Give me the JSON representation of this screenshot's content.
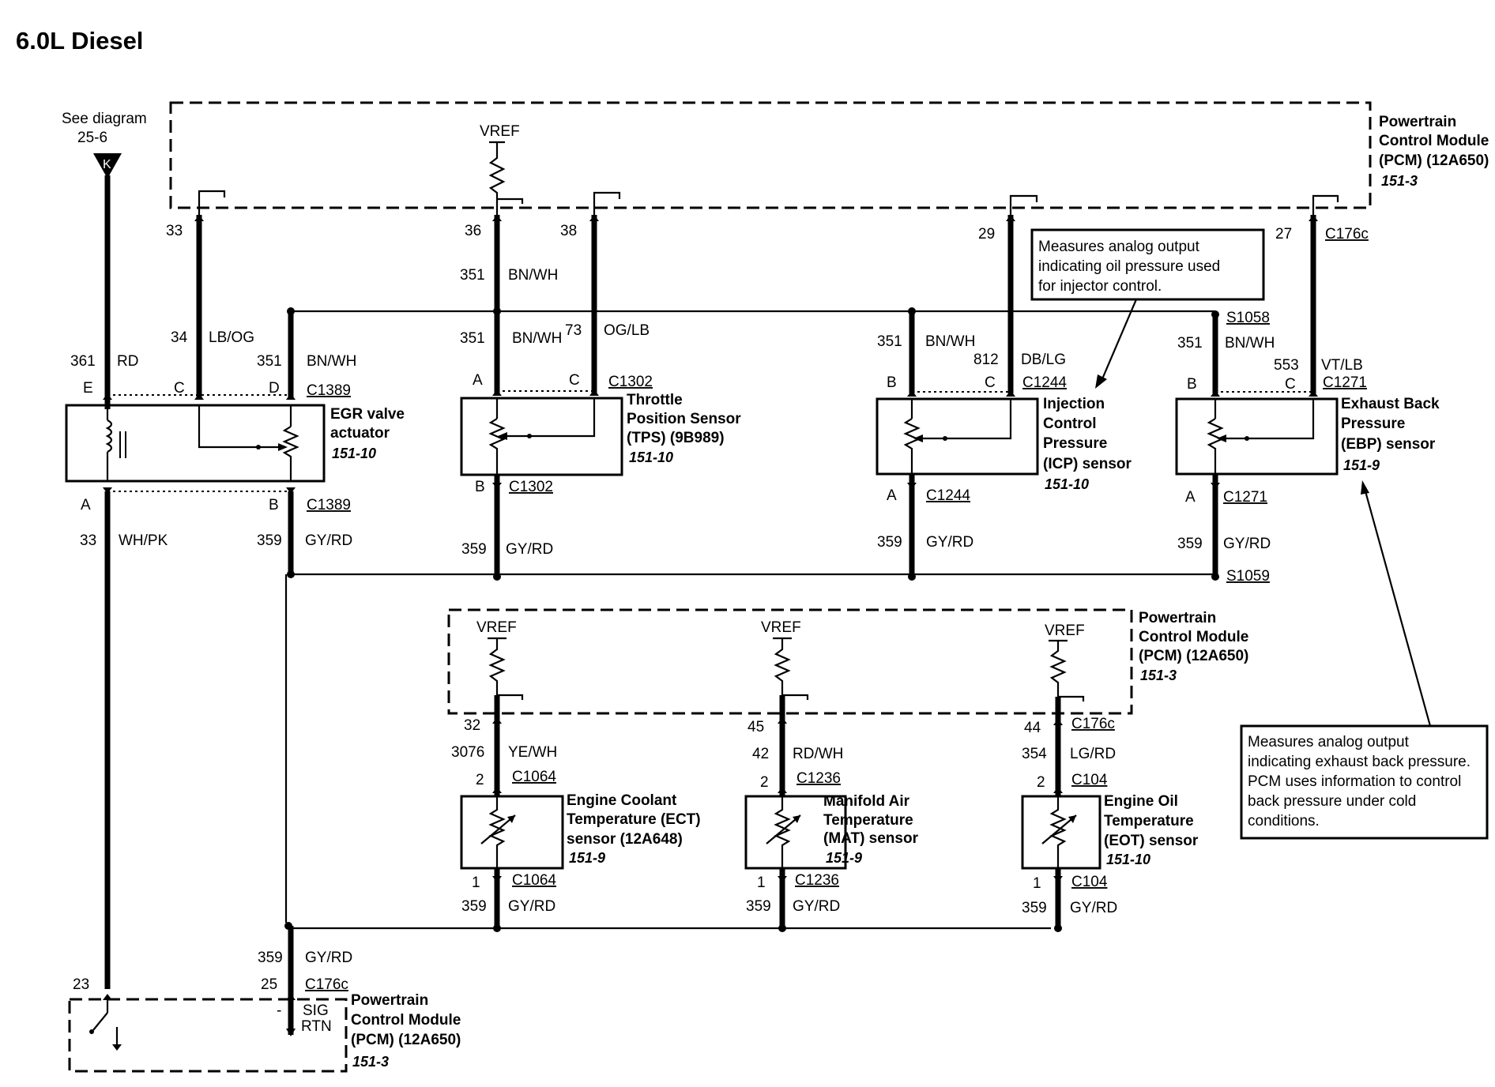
{
  "title": "6.0L Diesel",
  "see_diagram": {
    "line1": "See diagram",
    "line2": "25-6",
    "marker": "K"
  },
  "pcm_top": {
    "l1": "Powertrain",
    "l2": "Control Module",
    "l3": "(PCM) (12A650)",
    "ref": "151-3"
  },
  "pcm_mid": {
    "l1": "Powertrain",
    "l2": "Control Module",
    "l3": "(PCM) (12A650)",
    "ref": "151-3"
  },
  "pcm_bottom": {
    "l1": "Powertrain",
    "l2": "Control Module",
    "l3": "(PCM) (12A650)",
    "ref": "151-3",
    "sig": "SIG",
    "rtn": "RTN",
    "minus": "-"
  },
  "vref": "VREF",
  "pins_top": {
    "p33": "33",
    "p36": "36",
    "p38": "38",
    "p29": "29",
    "p27": "27",
    "conn": "C176c"
  },
  "egr": {
    "name1": "EGR valve",
    "name2": "actuator",
    "ref": "151-10",
    "pinE": "E",
    "pinC": "C",
    "pinD": "D",
    "pinA": "A",
    "pinB": "B",
    "conn_top": "C1389",
    "conn_bot": "C1389",
    "c361": "361",
    "rd": "RD",
    "c34": "34",
    "lbog": "LB/OG",
    "c351": "351",
    "bnwh": "BN/WH",
    "c33": "33",
    "whpk": "WH/PK",
    "c359": "359",
    "gyrd": "GY/RD"
  },
  "tps": {
    "name1": "Throttle",
    "name2": "Position Sensor",
    "name3": "(TPS) (9B989)",
    "ref": "151-10",
    "pinA": "A",
    "pinC": "C",
    "pinB": "B",
    "conn_top": "C1302",
    "conn_bot": "C1302",
    "c351a": "351",
    "bnwha": "BN/WH",
    "c351b": "351",
    "bnwhb": "BN/WH",
    "c73": "73",
    "oglb": "OG/LB",
    "c359": "359",
    "gyrd": "GY/RD"
  },
  "icp": {
    "name1": "Injection",
    "name2": "Control",
    "name3": "Pressure",
    "name4": "(ICP) sensor",
    "ref": "151-10",
    "pinB": "B",
    "pinC": "C",
    "pinA": "A",
    "conn_top": "C1244",
    "conn_bot": "C1244",
    "c351": "351",
    "bnwh": "BN/WH",
    "c812": "812",
    "dblg": "DB/LG",
    "c359": "359",
    "gyrd": "GY/RD"
  },
  "icp_note": {
    "l1": "Measures analog output",
    "l2": "indicating oil pressure used",
    "l3": "for injector control."
  },
  "ebp": {
    "name1": "Exhaust Back",
    "name2": "Pressure",
    "name3": "(EBP) sensor",
    "ref": "151-9",
    "pinB": "B",
    "pinC": "C",
    "pinA": "A",
    "conn_top": "C1271",
    "conn_bot": "C1271",
    "c351": "351",
    "bnwh": "BN/WH",
    "c553": "553",
    "vtlb": "VT/LB",
    "c359": "359",
    "gyrd": "GY/RD",
    "splice_top": "S1058",
    "splice_bot": "S1059"
  },
  "ebp_note": {
    "l1": "Measures analog output",
    "l2": "indicating exhaust back pressure.",
    "l3": "PCM uses information to control",
    "l4": "back pressure under cold",
    "l5": "conditions."
  },
  "ect": {
    "name1": "Engine Coolant",
    "name2": "Temperature (ECT)",
    "name3": "sensor (12A648)",
    "ref": "151-9",
    "pcm_pin": "32",
    "circ": "3076",
    "color": "YE/WH",
    "pin2": "2",
    "conn_top": "C1064",
    "pin1": "1",
    "conn_bot": "C1064",
    "c359": "359",
    "gyrd": "GY/RD"
  },
  "mat": {
    "name1": "Manifold Air",
    "name2": "Temperature",
    "name3": "(MAT) sensor",
    "ref": "151-9",
    "pcm_pin": "45",
    "circ": "42",
    "color": "RD/WH",
    "pin2": "2",
    "conn_top": "C1236",
    "pin1": "1",
    "conn_bot": "C1236",
    "c359": "359",
    "gyrd": "GY/RD"
  },
  "eot": {
    "name1": "Engine Oil",
    "name2": "Temperature",
    "name3": "(EOT) sensor",
    "ref": "151-10",
    "pcm_pin": "44",
    "pcm_conn": "C176c",
    "circ": "354",
    "color": "LG/RD",
    "pin2": "2",
    "conn_top": "C104",
    "pin1": "1",
    "conn_bot": "C104",
    "c359": "359",
    "gyrd": "GY/RD"
  },
  "bottom_feed": {
    "c359": "359",
    "gyrd": "GY/RD",
    "p23": "23",
    "p25": "25",
    "conn": "C176c"
  }
}
